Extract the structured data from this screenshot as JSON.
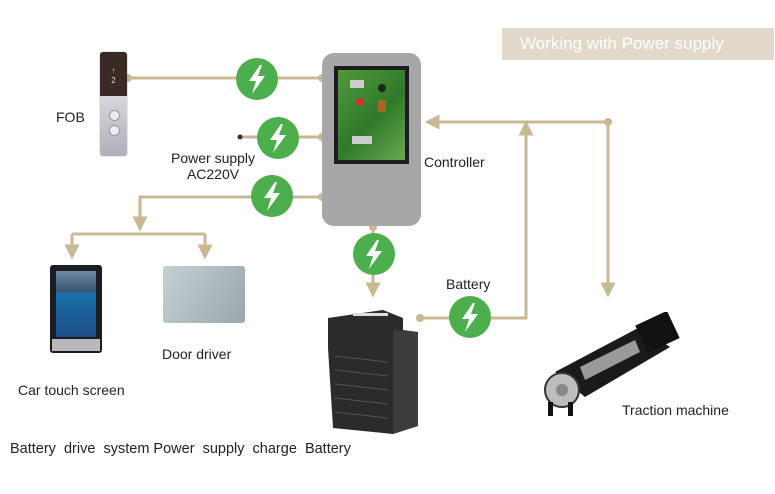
{
  "banner": {
    "title": "Working with Power supply"
  },
  "colors": {
    "wire": "#c8b893",
    "bolt": "#4cae4c",
    "banner_bg": "#e2d9cb",
    "controller_bg": "#a7a7a9"
  },
  "nodes": {
    "fob": {
      "label": "FOB",
      "display_arrow": "↑",
      "display_floor": "2"
    },
    "power_supply": {
      "label_line1": "Power supply",
      "label_line2": "AC220V"
    },
    "controller": {
      "label": "Controller"
    },
    "car_touch_screen": {
      "label": "Car touch screen"
    },
    "door_driver": {
      "label": "Door driver"
    },
    "battery": {
      "label": "Battery"
    },
    "traction_machine": {
      "label": "Traction  machine"
    }
  },
  "connections": [
    {
      "from": "fob",
      "to": "controller",
      "icon": "lightning-icon"
    },
    {
      "from": "power_supply",
      "to": "controller",
      "icon": "lightning-icon"
    },
    {
      "from": "controller",
      "to": "car_touch_screen",
      "icon": "lightning-icon"
    },
    {
      "from": "controller",
      "to": "door_driver",
      "icon": "lightning-icon"
    },
    {
      "from": "controller",
      "to": "battery",
      "icon": "lightning-icon"
    },
    {
      "from": "battery",
      "to": "controller",
      "icon": "lightning-icon"
    },
    {
      "from": "battery",
      "to": "traction_machine",
      "icon": "lightning-icon"
    }
  ],
  "caption": "Battery  drive  system Power  supply  charge  Battery"
}
